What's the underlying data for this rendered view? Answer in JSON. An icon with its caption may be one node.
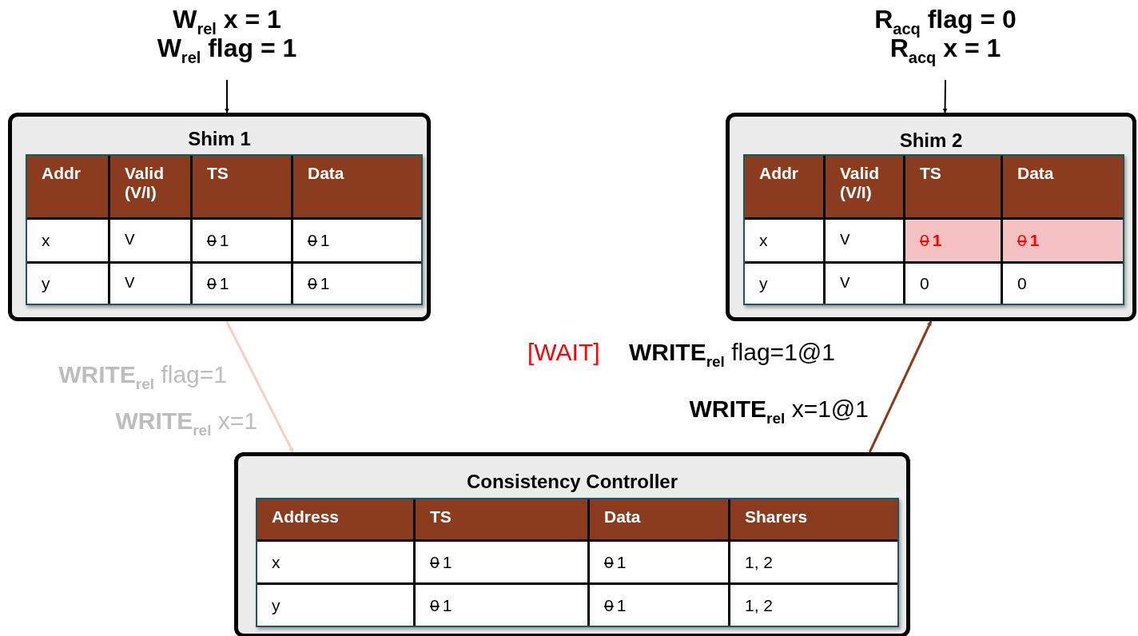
{
  "diagram": {
    "nodes": [
      {
        "text": [
          "Shim 1"
        ]
      },
      {
        "text": [
          "Shim 2"
        ]
      },
      {
        "text": [
          "Consistency Controller"
        ]
      },
      {
        "text": [
          "W$_{rel}$ x = 1",
          "W$_{rel}$ flag = 1"
        ]
      },
      {
        "text": [
          "R$_{acq}$ flag = 0",
          "R$_{acq}$ x = 1"
        ]
      }
    ],
    "edges": [
      {
        "from": 3,
        "to": 0,
        "arrow": "to"
      },
      {
        "from": 4,
        "to": 1,
        "arrow": "to"
      },
      {
        "from": 0,
        "to": 2,
        "arrow": "to",
        "color": "#f4d0c4"
      },
      {
        "from": 2,
        "to": 1,
        "arrow": "to",
        "color": "#8b3a1e"
      }
    ],
    "labels": [
      "Addr",
      "Valid (V/I)",
      "TS",
      "Data",
      "x",
      "V",
      "0 1",
      "0 1",
      "y",
      "V",
      "0 1",
      "0 1",
      "Addr",
      "Valid (V/I)",
      "TS",
      "Data",
      "x",
      "V",
      "0 1",
      "0 1",
      "y",
      "V",
      "0",
      "0",
      "**WRITE**$_{rel}$ flag=1",
      "**WRITE**$_{rel}$ x=1",
      "[WAIT]",
      "**WRITE**$_{rel}$ flag=1@1",
      "**WRITE**$_{rel}$ x=1@1",
      "Address",
      "TS",
      "Data",
      "Sharers",
      "x",
      "0 1",
      "0 1",
      "1, 2",
      "y",
      "0 1",
      "0 1",
      "1, 2"
    ]
  }
}
